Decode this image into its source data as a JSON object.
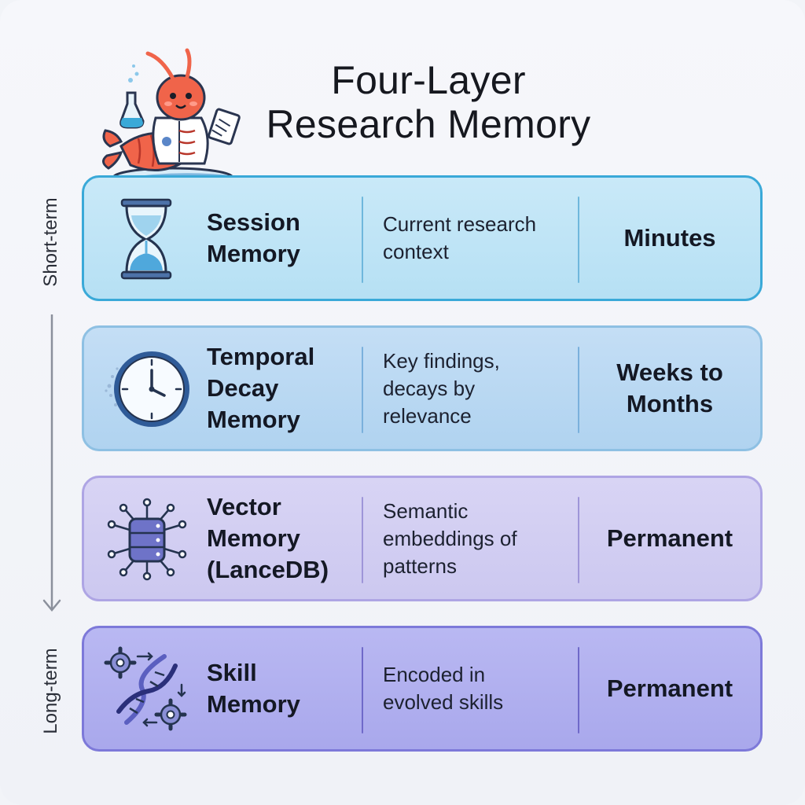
{
  "title": {
    "line1": "Four-Layer",
    "line2": "Research Memory"
  },
  "axis": {
    "top_label": "Short-term",
    "bottom_label": "Long-term"
  },
  "layers": [
    {
      "name": [
        "Session",
        "Memory"
      ],
      "description": [
        "Current research",
        "context"
      ],
      "duration": [
        "Minutes"
      ],
      "icon": "hourglass-icon"
    },
    {
      "name": [
        "Temporal",
        "Decay",
        "Memory"
      ],
      "description": [
        "Key findings,",
        "decays by",
        "relevance"
      ],
      "duration": [
        "Weeks to",
        "Months"
      ],
      "icon": "clock-icon"
    },
    {
      "name": [
        "Vector",
        "Memory",
        "(LanceDB)"
      ],
      "description": [
        "Semantic",
        "embeddings of",
        "patterns"
      ],
      "duration": [
        "Permanent"
      ],
      "icon": "database-network-icon"
    },
    {
      "name": [
        "Skill",
        "Memory"
      ],
      "description": [
        "Encoded in",
        "evolved skills"
      ],
      "duration": [
        "Permanent"
      ],
      "icon": "dna-gears-icon"
    }
  ],
  "colors": {
    "session": "#b6e0f4",
    "temporal": "#b0d3f0",
    "vector": "#ccc8f0",
    "skill": "#a9a8ec",
    "mascot": "#f0644a"
  }
}
